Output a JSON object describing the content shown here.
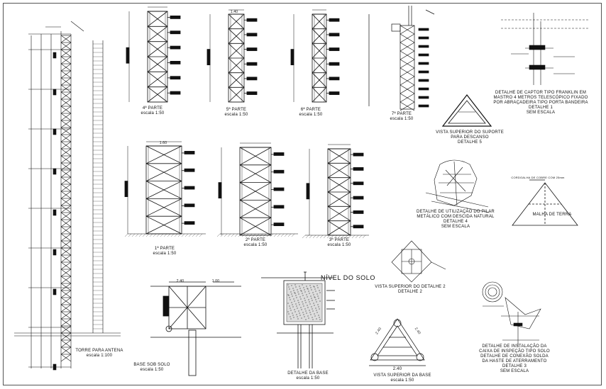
{
  "drawing": {
    "tower": {
      "title": "TORRE PARA ANTENA",
      "scale": "escala 1:100"
    },
    "parts": [
      {
        "id": "p4",
        "title": "4ª PARTE",
        "scale": "escala 1:50"
      },
      {
        "id": "p5",
        "title": "5ª PARTE",
        "scale": "escala 1:50"
      },
      {
        "id": "p6",
        "title": "6ª PARTE",
        "scale": "escala 1:50"
      },
      {
        "id": "p7",
        "title": "7ª PARTE",
        "scale": "escala 1:50"
      },
      {
        "id": "p1",
        "title": "1ª PARTE",
        "scale": "escala 1:50"
      },
      {
        "id": "p2",
        "title": "2ª PARTE",
        "scale": "escala 1:50"
      },
      {
        "id": "p3",
        "title": "3ª PARTE",
        "scale": "escala 1:50"
      }
    ],
    "captor": {
      "lines": [
        "DETALHE DE CAPTOR TIPO FRANKLIN EM",
        "MASTRO 4 METROS TELESCÓPICO FIXADO",
        "POR ABRAÇADEIRA TIPO PORTA BANDEIRA",
        "DETALHE 1",
        "SEM ESCALA"
      ]
    },
    "top_support": {
      "lines": [
        "VISTA SUPERIOR DO SUPORTE",
        "PARA DESCANSO",
        "DETALHE 5"
      ]
    },
    "metal_pillar": {
      "lines": [
        "DETALHE DE UTILIZAÇÃO DO PILAR",
        "METÁLICO COM DESCIDA NATURAL",
        "DETALHE 4",
        "SEM ESCALA"
      ]
    },
    "ground_mesh": {
      "top_label": "CORDOALHA DE COBRE COM 25mm",
      "center_label": "MALHA DE TERRA"
    },
    "detail2": {
      "lines": [
        "VISTA SUPERIOR DO DETALHE 2",
        "DETALHE 2"
      ]
    },
    "ground_rod": {
      "lines": [
        "DETALHE DE INSTALAÇÃO DA",
        "CAIXA DE INSPEÇÃO TIPO SOLO",
        "DETALHE DE CONEXÃO SOLDA",
        "DA HASTE DE ATERRAMENTO",
        "DETALHE 3",
        "SEM ESCALA"
      ]
    },
    "base_under": {
      "title": "BASE SOB SOLO",
      "scale": "escala 1:50",
      "dim": "2.40",
      "dim2": "1.00"
    },
    "base_detail": {
      "title": "DETALHE DA BASE",
      "scale": "escala 1:50",
      "ground_label": "NÍVEL DO SOLO"
    },
    "base_top": {
      "title": "VISTA SUPERIOR DA BASE",
      "scale": "escala 1:50",
      "dim": "2.40",
      "dim_left": "2.40",
      "dim_right": "2.40"
    },
    "dims": {
      "part_width": "1.60",
      "part_width2": "1.40"
    }
  }
}
